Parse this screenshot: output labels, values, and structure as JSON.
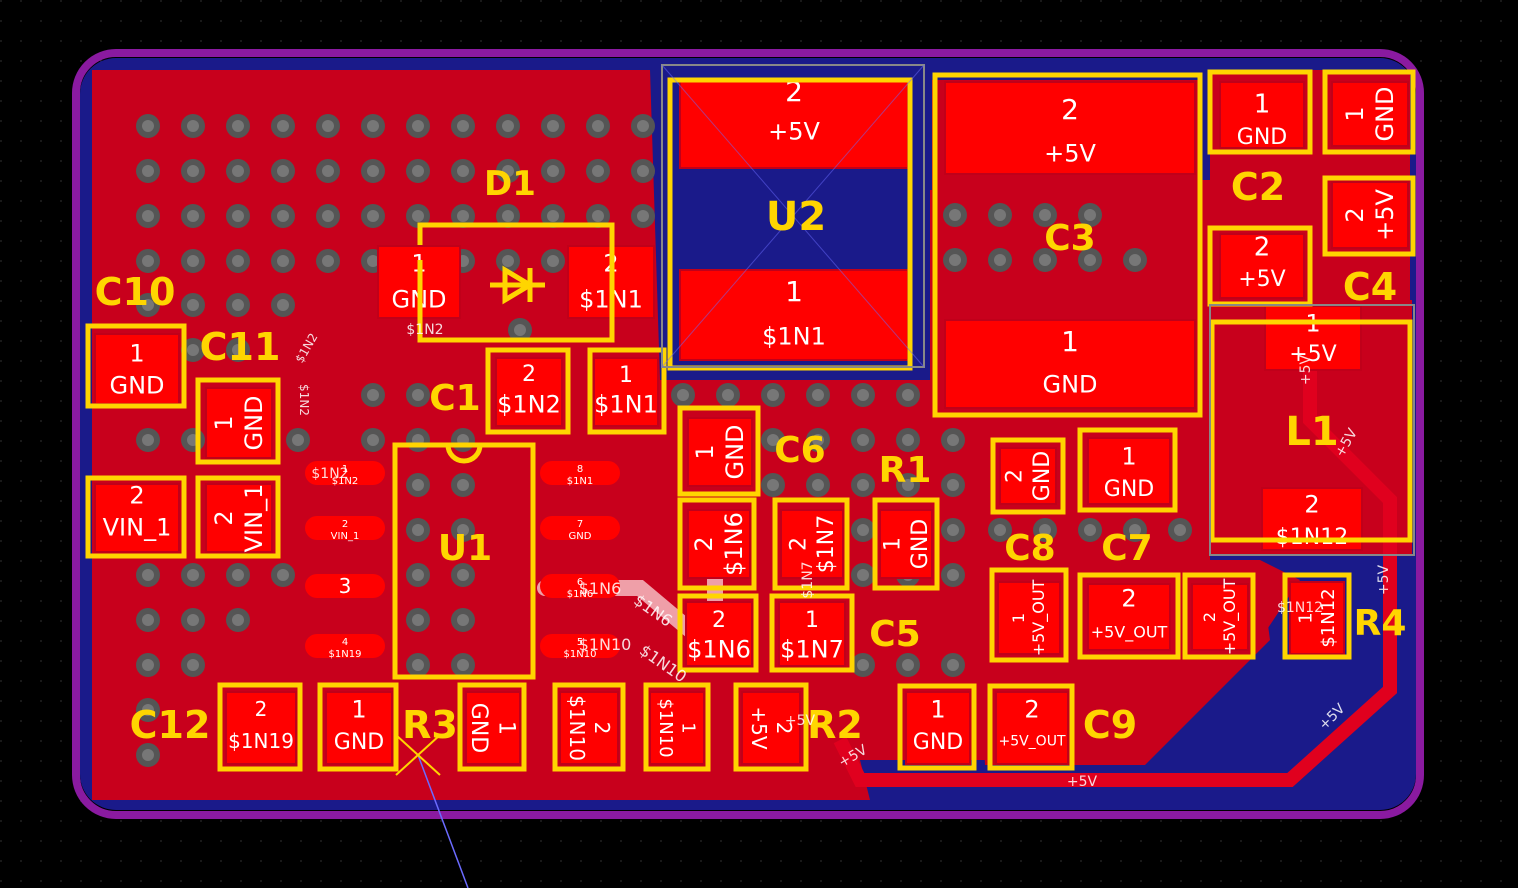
{
  "colors": {
    "background": "#000000",
    "dot_grid": "#2a2a2a",
    "board_outline": "#8a1aa0",
    "copper_top": "#d2001e",
    "copper_bright": "#ff0000",
    "copper_bottom": "#1a1a8a",
    "silkscreen": "#ffd500",
    "via": "#666666",
    "highlight": "#f3b0b8",
    "ratsnest": "#6b6bff"
  },
  "components": {
    "D1": "D1",
    "U2": "U2",
    "C3": "C3",
    "C2": "C2",
    "C4": "C4",
    "C10": "C10",
    "C11": "C11",
    "C1": "C1",
    "C6": "C6",
    "R1": "R1",
    "L1": "L1",
    "U1": "U1",
    "C8": "C8",
    "C7": "C7",
    "C5": "C5",
    "R4": "R4",
    "C12": "C12",
    "R3": "R3",
    "R2": "R2",
    "C9": "C9"
  },
  "pads": [
    {
      "id": "U2-2",
      "num": "2",
      "net": "+5V"
    },
    {
      "id": "U2-1",
      "num": "1",
      "net": "$1N1"
    },
    {
      "id": "C3-2",
      "num": "2",
      "net": "+5V"
    },
    {
      "id": "C3-1",
      "num": "1",
      "net": "GND"
    },
    {
      "id": "C2-1",
      "num": "1",
      "net": "GND"
    },
    {
      "id": "C2-2",
      "num": "2",
      "net": "+5V"
    },
    {
      "id": "C4-1",
      "num": "1",
      "net": "GND"
    },
    {
      "id": "C4-2",
      "num": "2",
      "net": "+5V"
    },
    {
      "id": "D1-1",
      "num": "1",
      "net": "GND"
    },
    {
      "id": "D1-2",
      "num": "2",
      "net": "$1N1"
    },
    {
      "id": "C10-1",
      "num": "1",
      "net": "GND"
    },
    {
      "id": "C10-2",
      "num": "2",
      "net": "VIN_1"
    },
    {
      "id": "C11-1",
      "num": "1",
      "net": "GND"
    },
    {
      "id": "C11-2",
      "num": "2",
      "net": "VIN_1"
    },
    {
      "id": "C1-2",
      "num": "2",
      "net": "$1N2"
    },
    {
      "id": "C1-1",
      "num": "1",
      "net": "$1N1"
    },
    {
      "id": "C6-1",
      "num": "1",
      "net": "GND"
    },
    {
      "id": "C6-2",
      "num": "2",
      "net": "$1N6"
    },
    {
      "id": "C5-2",
      "num": "2",
      "net": "$1N7"
    },
    {
      "id": "R1-1",
      "num": "1",
      "net": "GND"
    },
    {
      "id": "C5-b2",
      "num": "2",
      "net": "$1N6"
    },
    {
      "id": "C5-b1",
      "num": "1",
      "net": "$1N7"
    },
    {
      "id": "L1-1",
      "num": "1",
      "net": "+5V"
    },
    {
      "id": "L1-2",
      "num": "2",
      "net": "$1N12"
    },
    {
      "id": "C8-2",
      "num": "2",
      "net": "GND"
    },
    {
      "id": "C7-1",
      "num": "1",
      "net": "GND"
    },
    {
      "id": "C8-1",
      "num": "1",
      "net": "+5V_OUT"
    },
    {
      "id": "C7-2",
      "num": "2",
      "net": "+5V_OUT"
    },
    {
      "id": "C9-2b",
      "num": "2",
      "net": "+5V_OUT"
    },
    {
      "id": "R4-1",
      "num": "1",
      "net": "$1N12"
    },
    {
      "id": "C9-1",
      "num": "1",
      "net": "GND"
    },
    {
      "id": "C9-2",
      "num": "2",
      "net": "+5V_OUT"
    },
    {
      "id": "C12-2",
      "num": "2",
      "net": "$1N19"
    },
    {
      "id": "C12-1",
      "num": "1",
      "net": "GND"
    },
    {
      "id": "R3-1",
      "num": "1",
      "net": "GND"
    },
    {
      "id": "R3-2",
      "num": "2",
      "net": "$1N10"
    },
    {
      "id": "R2-1",
      "num": "1",
      "net": "$1N10"
    },
    {
      "id": "R2-2",
      "num": "2",
      "net": "+5V"
    }
  ],
  "u1_pins": [
    {
      "num": "1",
      "net": "$1N2"
    },
    {
      "num": "2",
      "net": "VIN_1"
    },
    {
      "num": "3",
      "net": ""
    },
    {
      "num": "4",
      "net": "$1N19"
    },
    {
      "num": "8",
      "net": "$1N1"
    },
    {
      "num": "7",
      "net": "GND"
    },
    {
      "num": "6",
      "net": "$1N6"
    },
    {
      "num": "5",
      "net": "$1N10"
    }
  ],
  "trace_labels": {
    "n2a": "$1N2",
    "n2b": "$1N2",
    "n2c": "$1N2",
    "n2d": "$1N2",
    "n6a": "$1N6",
    "n6b": "$1N6",
    "n10a": "$1N10",
    "n10b": "$1N10",
    "p5a": "+5V",
    "p5b": "+5V",
    "p5c": "+5V",
    "p5d": "+5V",
    "p5e": "+5V",
    "p5f": "+5V",
    "p5g": "+5V",
    "n7a": "$1N7",
    "n12a": "$1N12"
  }
}
